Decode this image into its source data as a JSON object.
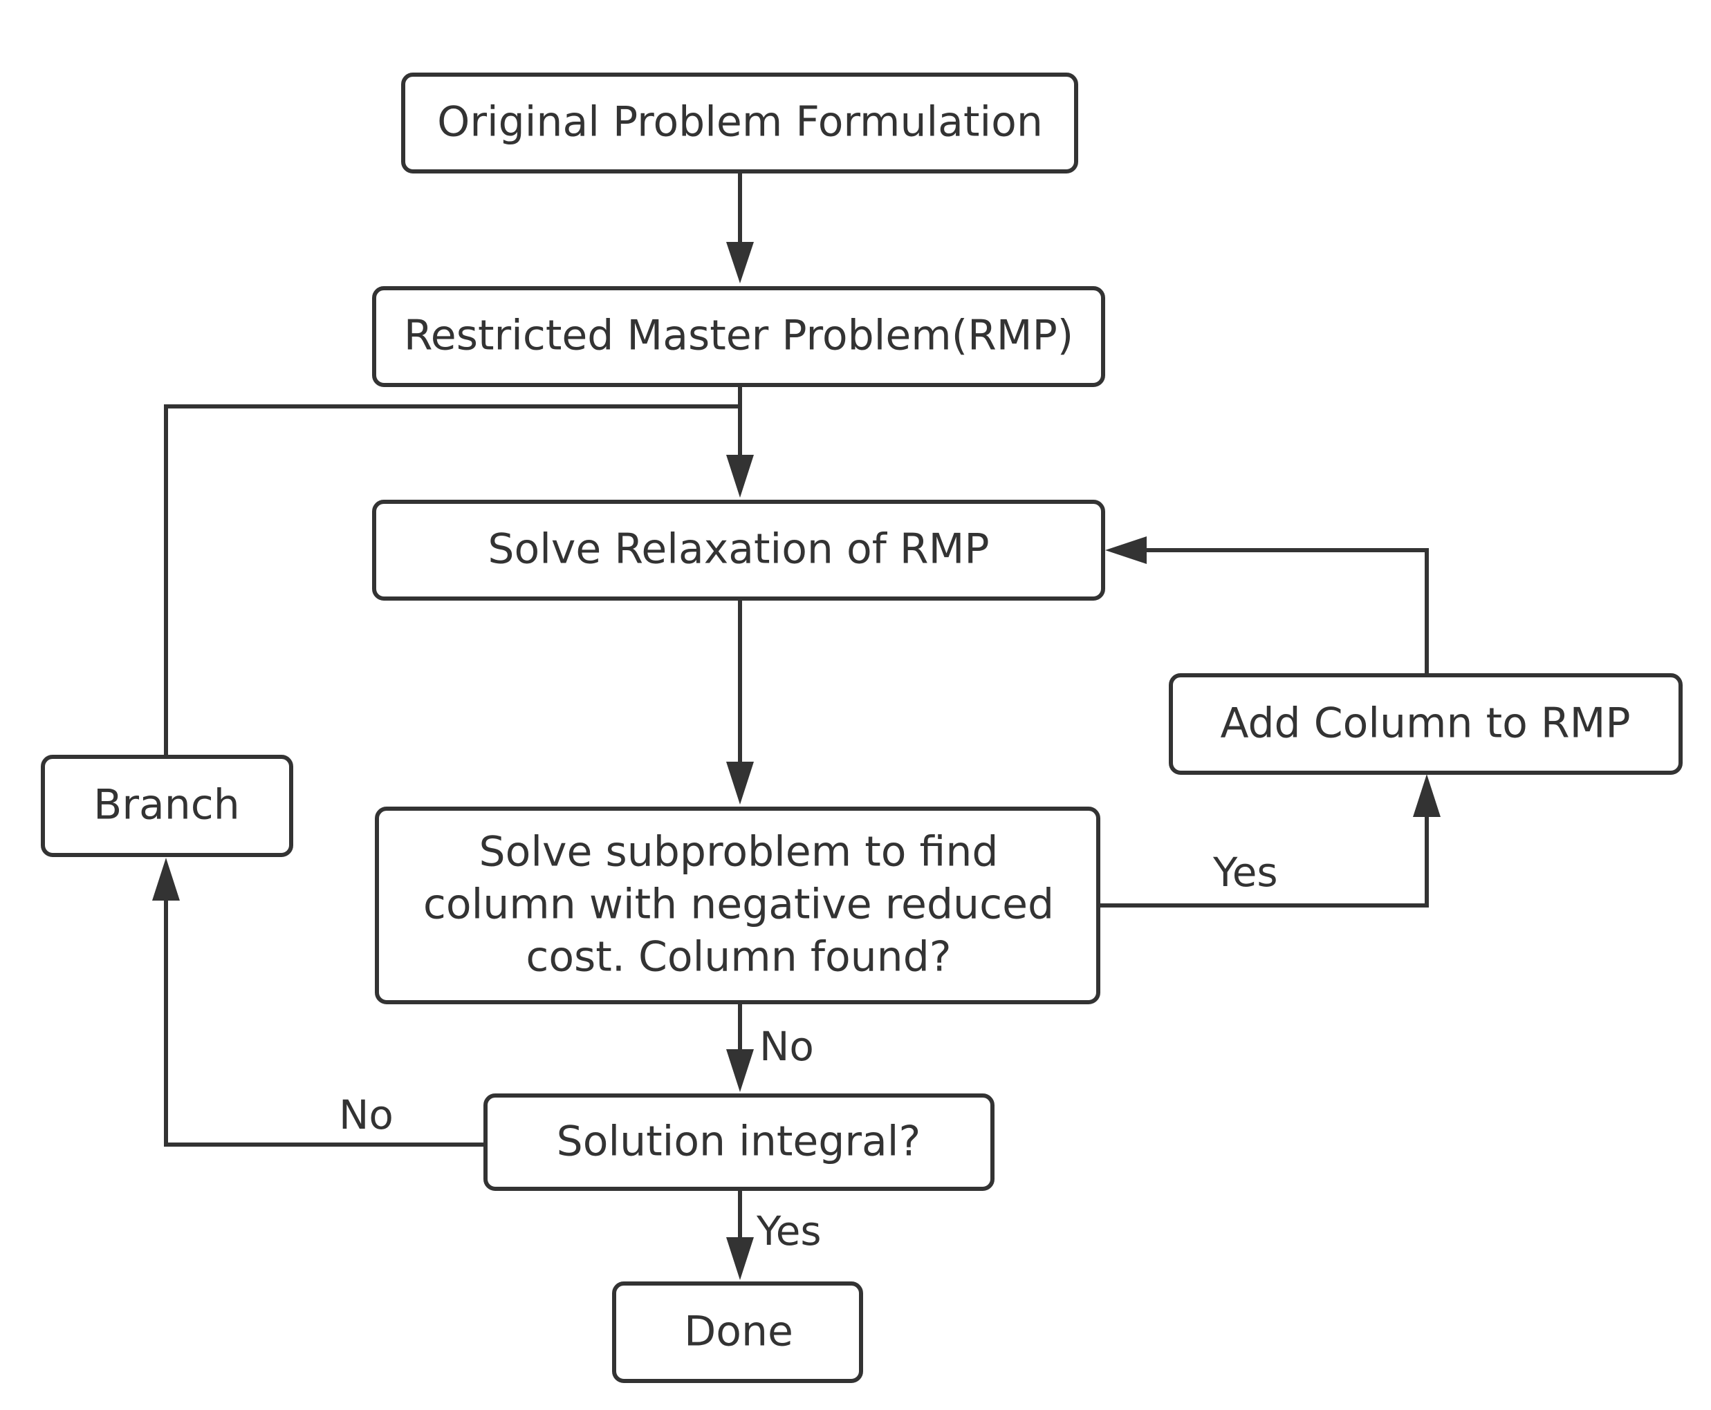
{
  "diagram": {
    "type": "flowchart",
    "nodes": {
      "original": {
        "label": "Original Problem Formulation"
      },
      "rmp": {
        "label": "Restricted Master Problem(RMP)"
      },
      "relax": {
        "label": "Solve Relaxation of RMP"
      },
      "subproblem": {
        "lines": [
          "Solve subproblem to find",
          "column with negative reduced",
          "cost. Column found?"
        ]
      },
      "add_column": {
        "label": "Add Column to RMP"
      },
      "branch": {
        "label": "Branch"
      },
      "integral": {
        "label": "Solution integral?"
      },
      "done": {
        "label": "Done"
      }
    },
    "edges": {
      "original_to_rmp": {
        "label": ""
      },
      "rmp_to_relax": {
        "label": ""
      },
      "relax_to_subproblem": {
        "label": ""
      },
      "subproblem_to_add_column": {
        "label": "Yes"
      },
      "add_column_to_relax": {
        "label": ""
      },
      "subproblem_to_integral": {
        "label": "No"
      },
      "integral_to_branch": {
        "label": "No"
      },
      "branch_to_relax": {
        "label": ""
      },
      "integral_to_done": {
        "label": "Yes"
      }
    },
    "colors": {
      "stroke": "#333333",
      "text": "#333333",
      "background": "#ffffff"
    }
  }
}
